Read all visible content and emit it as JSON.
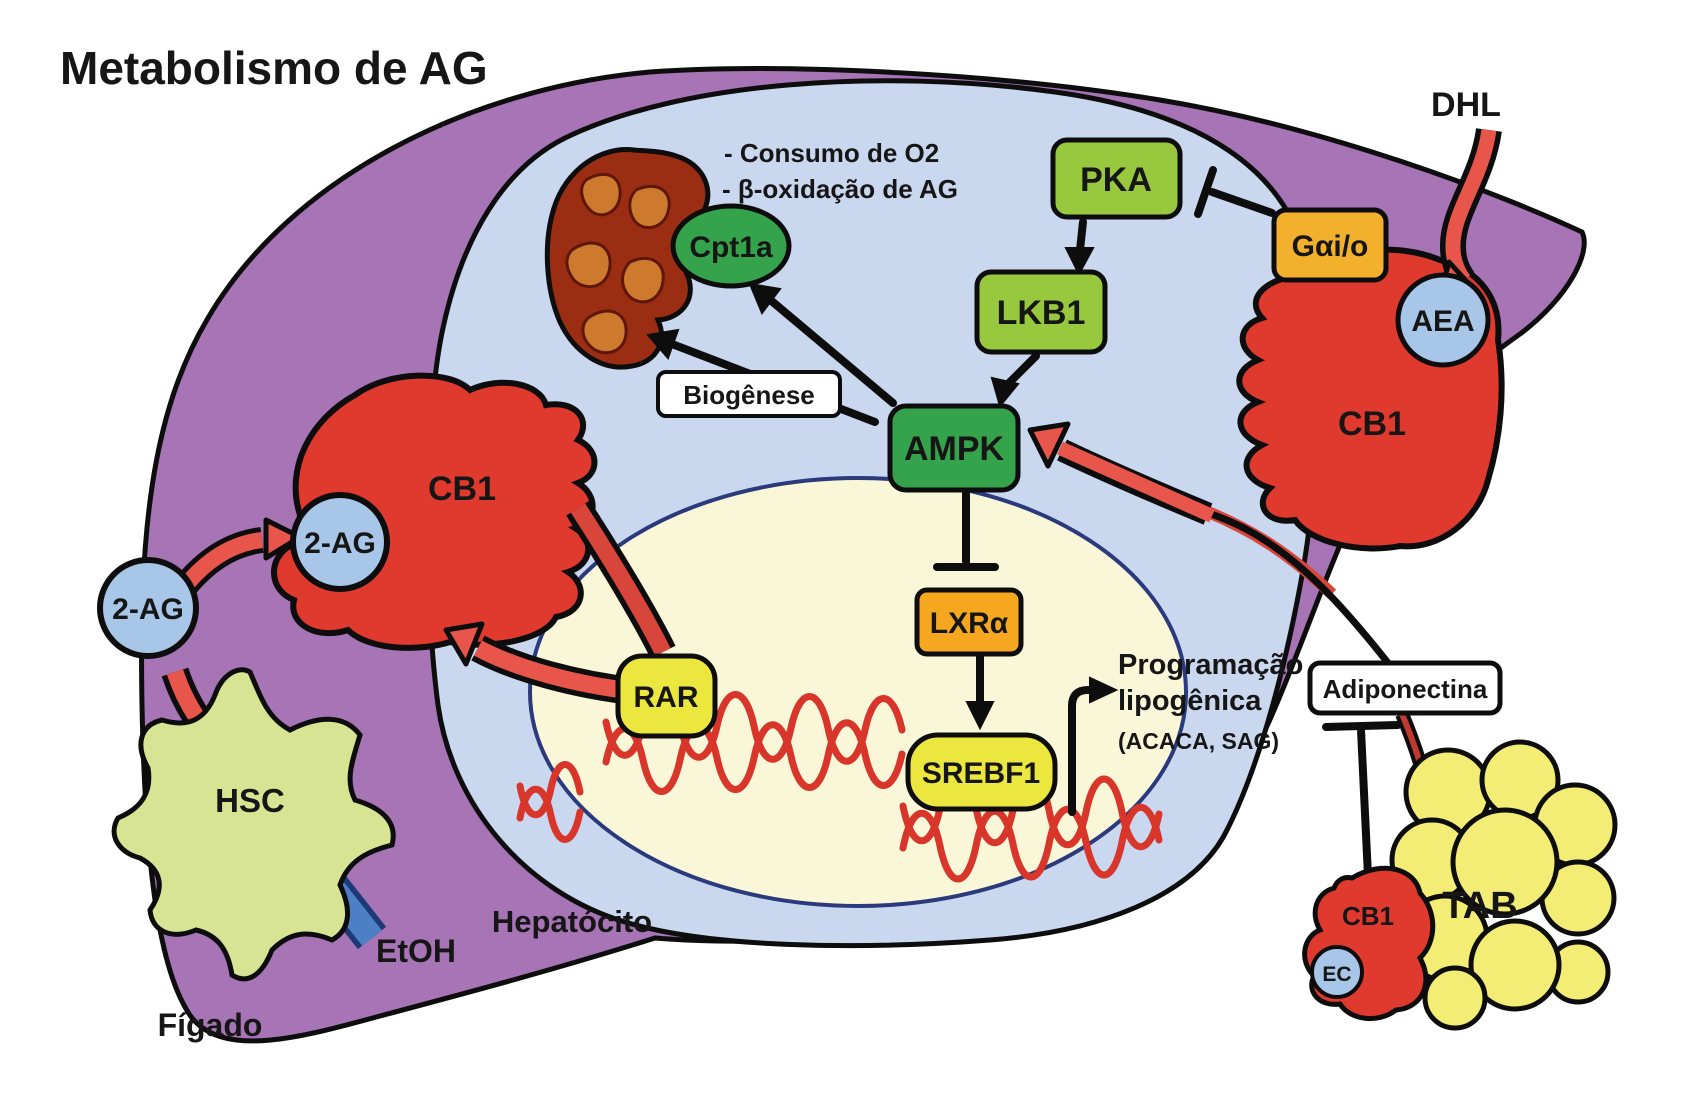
{
  "title": "Metabolismo de AG",
  "regions": {
    "liver_label": "Fígado",
    "hepatocyte_label": "Hepatócito"
  },
  "receptors": {
    "cb1_left": "CB1",
    "cb1_right": "CB1",
    "cb1_adipose": "CB1"
  },
  "ligands": {
    "ag2_outer": "2-AG",
    "ag2_membrane": "2-AG",
    "aea": "AEA",
    "ec": "EC",
    "dhl": "DHL",
    "etoh": "EtOH"
  },
  "signaling": {
    "pka": "PKA",
    "lkb1": "LKB1",
    "ampk": "AMPK",
    "gaio": "Gαi/o",
    "cpt1a": "Cpt1a",
    "lxra": "LXRα",
    "srebf1": "SREBF1",
    "rar": "RAR"
  },
  "cells": {
    "hsc": "HSC",
    "tab": "TAB"
  },
  "labels": {
    "biogenesis": "Biogênese",
    "adiponectin": "Adiponectina",
    "mito_effect_1": "- Consumo de O2",
    "mito_effect_2": "- β-oxidação de AG",
    "lipo_1": "Programação",
    "lipo_2": "lipogênica",
    "lipo_3": "(ACACA, SAG)"
  },
  "colors": {
    "liver_purple": "#a774b6",
    "hepatocyte_blue": "#c9d7ef",
    "nucleus_cream": "#faf7d9",
    "nucleus_border": "#2a3a7c",
    "receptor_red": "#e0392e",
    "green_dark": "#35a34c",
    "green_light": "#97c83e",
    "orange": "#f3b02c",
    "yellow": "#ebe73e",
    "ligand_blue": "#a8c6e8",
    "hsc_green": "#d7e494",
    "tab_yellow": "#f3ec75",
    "etoh_blue": "#4d7fc7",
    "dna_red": "#d8352b",
    "mito_dark": "#9b2d12",
    "mito_light": "#cd7a2e"
  }
}
